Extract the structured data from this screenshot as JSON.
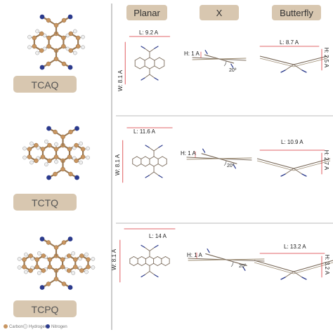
{
  "headers": {
    "planar": "Planar",
    "x": "X",
    "butterfly": "Butterfly"
  },
  "colors": {
    "header_bg": "#d8c7b0",
    "label_bg": "#d8c7b0",
    "carbon": "#c89560",
    "hydrogen": "#eeeeee",
    "nitrogen": "#2b3a8c",
    "bond": "#9b7a55",
    "dim_line": "#d9353a",
    "divider": "#888888"
  },
  "molecules": [
    {
      "name": "TCAQ",
      "planar": {
        "length": "L:  9.2 A",
        "width": "W:  8.1 A"
      },
      "x": {
        "height": "H:  1 A",
        "angle": "20º"
      },
      "butterfly": {
        "length": "L:  8.7 A",
        "height": "H:  2.5 A"
      }
    },
    {
      "name": "TCTQ",
      "planar": {
        "length": "L:  11.6 A",
        "width": "W:  8.1 A"
      },
      "x": {
        "height": "H:  1 A",
        "angle": "20º"
      },
      "butterfly": {
        "length": "L:  10.9 A",
        "height": "H:  2.7 A"
      }
    },
    {
      "name": "TCPQ",
      "planar": {
        "length": "L:  14 A",
        "width": "W:  8.1 A"
      },
      "x": {
        "height": "H:  1 A",
        "angle": "20º"
      },
      "butterfly": {
        "length": "L:  13.2 A",
        "height": "H:  3.2 A"
      }
    }
  ],
  "legend": {
    "carbon": "Carbon",
    "hydrogen": "Hydrogen",
    "nitrogen": "Nitrogen"
  }
}
